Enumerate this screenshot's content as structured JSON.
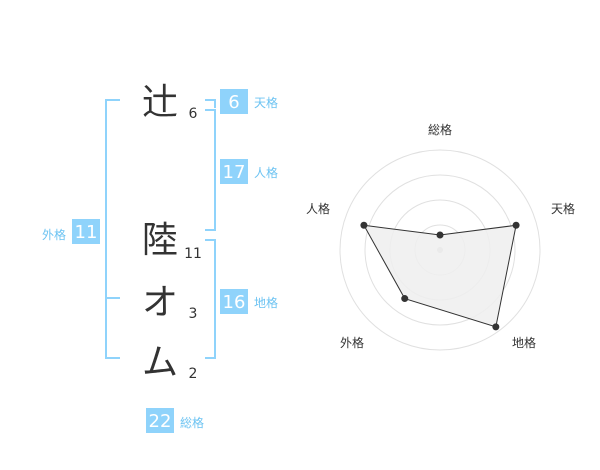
{
  "colors": {
    "bracket": "#8fd3fb",
    "badge_bg": "#8fd3fb",
    "badge_text": "#ffffff",
    "label_text": "#6cc3f2",
    "char_text": "#333333",
    "radar_grid": "#e0e0e0",
    "radar_fill": "#eeeeee",
    "radar_line": "#333333"
  },
  "name": {
    "surname": [
      {
        "char": "辻",
        "strokes": "6"
      }
    ],
    "given": [
      {
        "char": "陸",
        "strokes": "11"
      },
      {
        "char": "オ",
        "strokes": "3"
      },
      {
        "char": "ム",
        "strokes": "2"
      }
    ]
  },
  "fortune": {
    "tenkaku": {
      "label": "天格",
      "value": "6"
    },
    "jinkaku": {
      "label": "人格",
      "value": "17"
    },
    "chikaku": {
      "label": "地格",
      "value": "16"
    },
    "gaikaku": {
      "label": "外格",
      "value": "11"
    },
    "soukaku": {
      "label": "総格",
      "value": "22"
    }
  },
  "radar": {
    "axes": [
      "総格",
      "天格",
      "地格",
      "外格",
      "人格"
    ],
    "levels": 4,
    "values": [
      0.15,
      0.8,
      0.95,
      0.6,
      0.8
    ],
    "max": 1
  }
}
